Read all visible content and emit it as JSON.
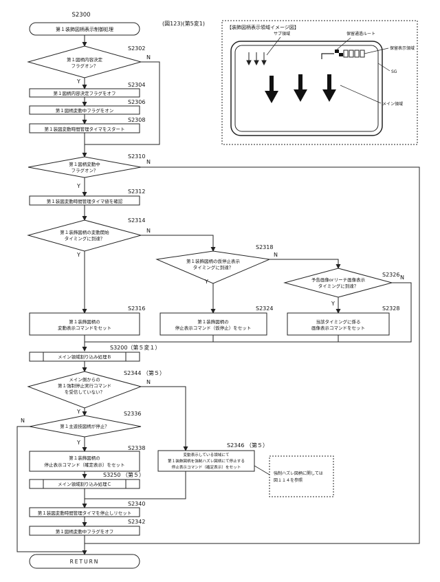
{
  "header": {
    "start_id": "S2300",
    "figure_ref": "(図123)(第5変1)"
  },
  "terminals": {
    "start": "第１装飾図柄表示制御処理",
    "end": "RETURN"
  },
  "steps": {
    "s2302": {
      "id": "S2302",
      "lines": [
        "第１図柄内容決定",
        "フラグオン？"
      ]
    },
    "s2304": {
      "id": "S2304",
      "text": "第１図柄内容決定フラグをオフ"
    },
    "s2306": {
      "id": "S2306",
      "text": "第１図柄変動中フラグをオン"
    },
    "s2308": {
      "id": "S2308",
      "text": "第１装図変動時間管理タイマをスタート"
    },
    "s2310": {
      "id": "S2310",
      "lines": [
        "第１図柄変動中",
        "フラグオン？"
      ]
    },
    "s2312": {
      "id": "S2312",
      "text": "第１装図変動時間管理タイマ値を確認"
    },
    "s2314": {
      "id": "S2314",
      "lines": [
        "第１装飾図柄の変動開始",
        "タイミングに到達？"
      ]
    },
    "s2318": {
      "id": "S2318",
      "lines": [
        "第１装飾図柄の仮停止表示",
        "タイミングに到達？"
      ]
    },
    "s2326": {
      "id": "S2326",
      "lines": [
        "予告画像orリーチ画像表示",
        "タイミングに到達？"
      ]
    },
    "s2316": {
      "id": "S2316",
      "lines": [
        "第１装飾図柄の",
        "変動表示コマンドをセット"
      ]
    },
    "s2324": {
      "id": "S2324",
      "lines": [
        "第１装飾図柄の",
        "停止表示コマンド（仮停止）をセット"
      ]
    },
    "s2328": {
      "id": "S2328",
      "lines": [
        "当該タイミングに係る",
        "画像表示コマンドをセット"
      ]
    },
    "s3200": {
      "id": "S3200（第５変１）",
      "text": "メイン領域割り込み処理Ｂ"
    },
    "s2344": {
      "id": "S2344 （第５）",
      "lines": [
        "メイン側からの",
        "第１強制停止実行コマンド",
        "を受信していない？"
      ]
    },
    "s2336": {
      "id": "S2336",
      "text": "第１主遊技図柄が停止？"
    },
    "s2338": {
      "id": "S2338",
      "lines": [
        "第１装飾図柄の",
        "停止表示コマンド（確定表示）をセット"
      ]
    },
    "s2346": {
      "id": "S2346 （第５）",
      "lines": [
        "変動表示している領域にて",
        "第１装飾図柄を強制ハズレ図柄にて停止する",
        "停止表示コマンド（確定表示）をセット"
      ]
    },
    "s3250": {
      "id": "S3250 （第５）",
      "text": "メイン領域割り込み処理Ｃ"
    },
    "s2340": {
      "id": "S2340",
      "text": "第１装図変動時間管理タイマを停止しリセット"
    },
    "s2342": {
      "id": "S2342",
      "text": "第１図柄変動中フラグをオフ"
    }
  },
  "note": {
    "lines": [
      "強制ハズレ図柄に関しては",
      "図１１４を参照"
    ]
  },
  "branch_labels": {
    "yes": "Y",
    "no": "N"
  },
  "inset": {
    "title": "【装飾図柄表示領域イメージ図】",
    "labels": {
      "sub": "サブ領域",
      "hold_route": "保留通過ルート",
      "hold_display": "保留表示領域",
      "sg": "SG",
      "main": "メイン領域"
    }
  }
}
